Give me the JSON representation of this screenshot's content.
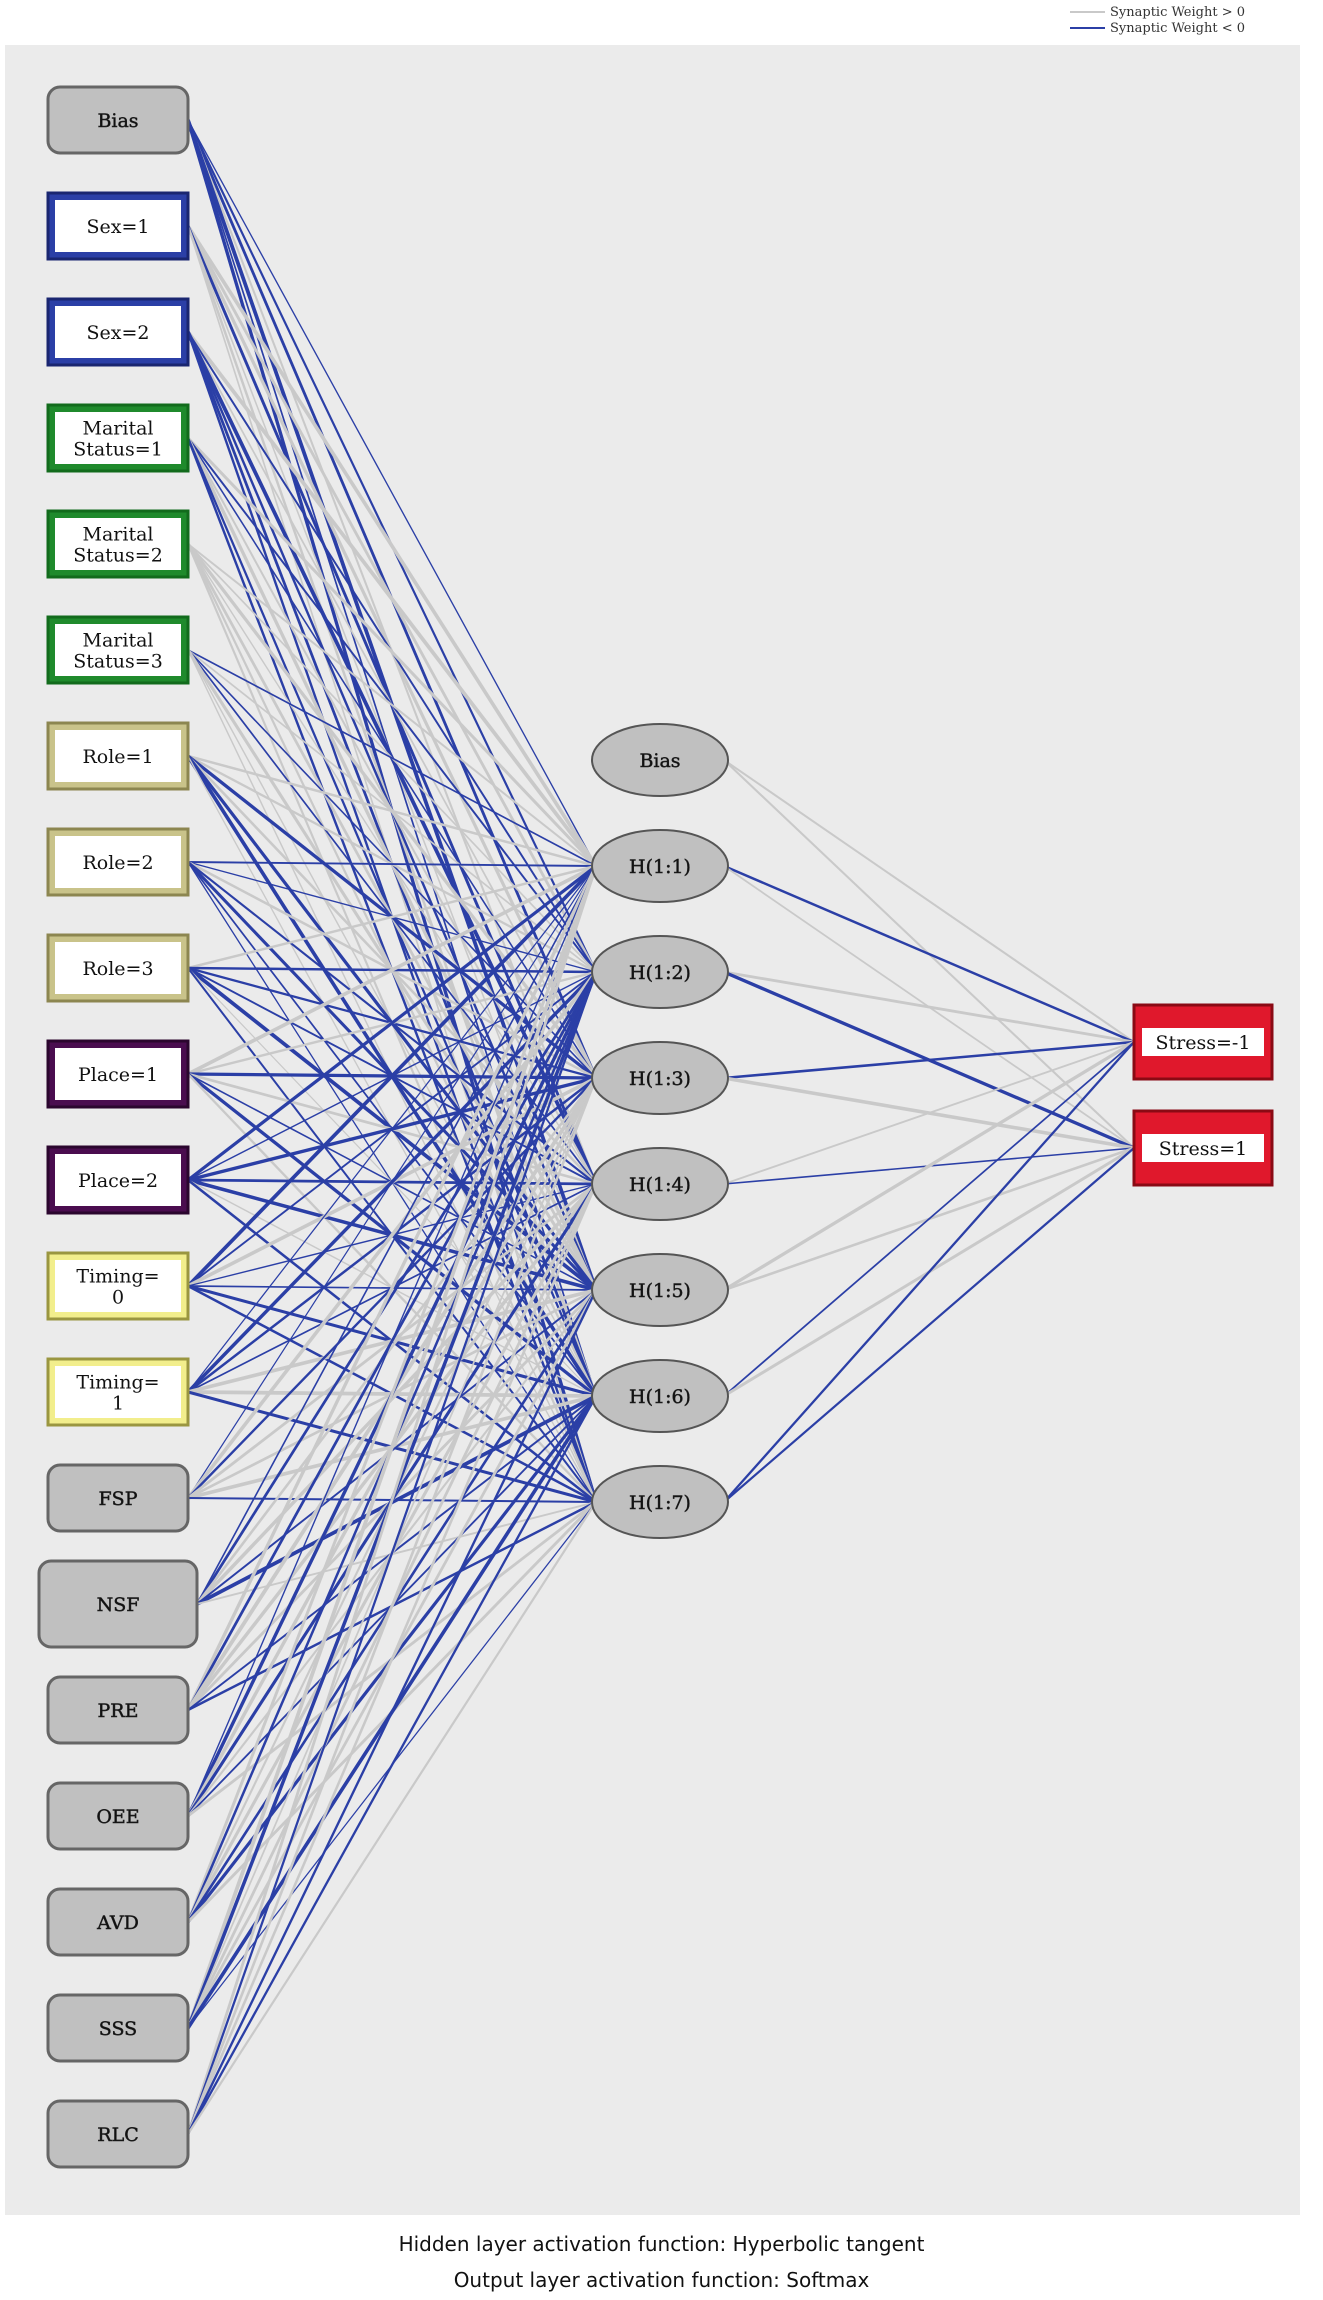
{
  "legend": [
    {
      "label": "Synaptic Weight > 0",
      "color": "#c9c9c9"
    },
    {
      "label": "Synaptic Weight < 0",
      "color": "#2b3fa6"
    }
  ],
  "input_nodes": [
    {
      "lines": [
        "Bias"
      ],
      "shape": "rounded",
      "fill": "#c0c0c0",
      "stroke": "#666666",
      "text_fill": "#ffffff"
    },
    {
      "lines": [
        "Sex=1"
      ],
      "shape": "rect",
      "fill": "#2b3fa6",
      "stroke": "#1a2670",
      "text_fill": "#ffffff"
    },
    {
      "lines": [
        "Sex=2"
      ],
      "shape": "rect",
      "fill": "#2b3fa6",
      "stroke": "#1a2670",
      "text_fill": "#ffffff"
    },
    {
      "lines": [
        "Marital",
        "Status=1"
      ],
      "shape": "rect",
      "fill": "#1f8a2c",
      "stroke": "#126b1c",
      "text_fill": "#ffffff"
    },
    {
      "lines": [
        "Marital",
        "Status=2"
      ],
      "shape": "rect",
      "fill": "#1f8a2c",
      "stroke": "#126b1c",
      "text_fill": "#ffffff"
    },
    {
      "lines": [
        "Marital",
        "Status=3"
      ],
      "shape": "rect",
      "fill": "#1f8a2c",
      "stroke": "#126b1c",
      "text_fill": "#ffffff"
    },
    {
      "lines": [
        "Role=1"
      ],
      "shape": "rect",
      "fill": "#c9c38a",
      "stroke": "#8c8650",
      "text_fill": "#ffffff"
    },
    {
      "lines": [
        "Role=2"
      ],
      "shape": "rect",
      "fill": "#c9c38a",
      "stroke": "#8c8650",
      "text_fill": "#ffffff"
    },
    {
      "lines": [
        "Role=3"
      ],
      "shape": "rect",
      "fill": "#c9c38a",
      "stroke": "#8c8650",
      "text_fill": "#ffffff"
    },
    {
      "lines": [
        "Place=1"
      ],
      "shape": "rect",
      "fill": "#4a0d4f",
      "stroke": "#2b062e",
      "text_fill": "#ffffff"
    },
    {
      "lines": [
        "Place=2"
      ],
      "shape": "rect",
      "fill": "#4a0d4f",
      "stroke": "#2b062e",
      "text_fill": "#ffffff"
    },
    {
      "lines": [
        "Timing=",
        "0"
      ],
      "shape": "rect",
      "fill": "#f2ee8c",
      "stroke": "#9a9640",
      "text_fill": "#ffffff"
    },
    {
      "lines": [
        "Timing=",
        "1"
      ],
      "shape": "rect",
      "fill": "#f2ee8c",
      "stroke": "#9a9640",
      "text_fill": "#ffffff"
    },
    {
      "lines": [
        "FSP"
      ],
      "shape": "rounded",
      "fill": "#c0c0c0",
      "stroke": "#666666",
      "text_fill": "#ffffff"
    },
    {
      "lines": [
        "NSF"
      ],
      "shape": "rounded",
      "fill": "#c0c0c0",
      "stroke": "#666666",
      "text_fill": "#ffffff"
    },
    {
      "lines": [
        "PRE"
      ],
      "shape": "rounded",
      "fill": "#c0c0c0",
      "stroke": "#666666",
      "text_fill": "#ffffff"
    },
    {
      "lines": [
        "OEE"
      ],
      "shape": "rounded",
      "fill": "#c0c0c0",
      "stroke": "#666666",
      "text_fill": "#ffffff"
    },
    {
      "lines": [
        "AVD"
      ],
      "shape": "rounded",
      "fill": "#c0c0c0",
      "stroke": "#666666",
      "text_fill": "#ffffff"
    },
    {
      "lines": [
        "SSS"
      ],
      "shape": "rounded",
      "fill": "#c0c0c0",
      "stroke": "#666666",
      "text_fill": "#ffffff"
    },
    {
      "lines": [
        "RLC"
      ],
      "shape": "rounded",
      "fill": "#c0c0c0",
      "stroke": "#666666",
      "text_fill": "#ffffff"
    }
  ],
  "hidden_nodes": [
    "Bias",
    "H(1:1)",
    "H(1:2)",
    "H(1:3)",
    "H(1:4)",
    "H(1:5)",
    "H(1:6)",
    "H(1:7)"
  ],
  "output_nodes": [
    "Stress=-1",
    "Stress=1"
  ],
  "colors": {
    "background": "#ebebeb",
    "positive_weight": "#c9c9c9",
    "negative_weight": "#2b3fa6",
    "output_fill": "#e0182c",
    "hidden_fill": "#c0c0c0"
  },
  "captions": {
    "hidden_activation": "Hidden layer activation function: Hyperbolic tangent",
    "output_activation": "Output layer activation function: Softmax"
  }
}
